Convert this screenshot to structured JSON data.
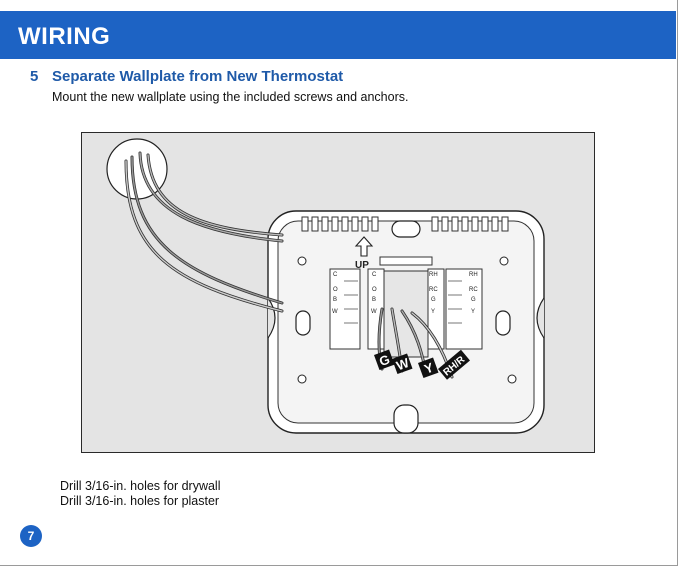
{
  "header": {
    "title": "WIRING"
  },
  "step": {
    "number": "5",
    "title": "Separate Wallplate from New Thermostat",
    "subtitle": "Mount the new wallplate using the included screws and anchors."
  },
  "diagram": {
    "up_label": "UP",
    "left_terminals": [
      "C",
      "O",
      "B",
      "W"
    ],
    "left_terminals_inner": [
      "C",
      "O",
      "B",
      "W"
    ],
    "right_terminals_inner": [
      "RH",
      "RC",
      "G",
      "Y"
    ],
    "right_terminals": [
      "RH",
      "RC",
      "G",
      "Y"
    ],
    "wire_tags": [
      "G",
      "W",
      "Y",
      "RH/R"
    ]
  },
  "notes": [
    "Drill 3/16-in. holes for drywall",
    "Drill 3/16-in. holes for plaster"
  ],
  "page_number": "7",
  "colors": {
    "header_blue": "#1d63c4",
    "heading_blue": "#1f5aa8",
    "figure_bg": "#e4e4e4"
  }
}
